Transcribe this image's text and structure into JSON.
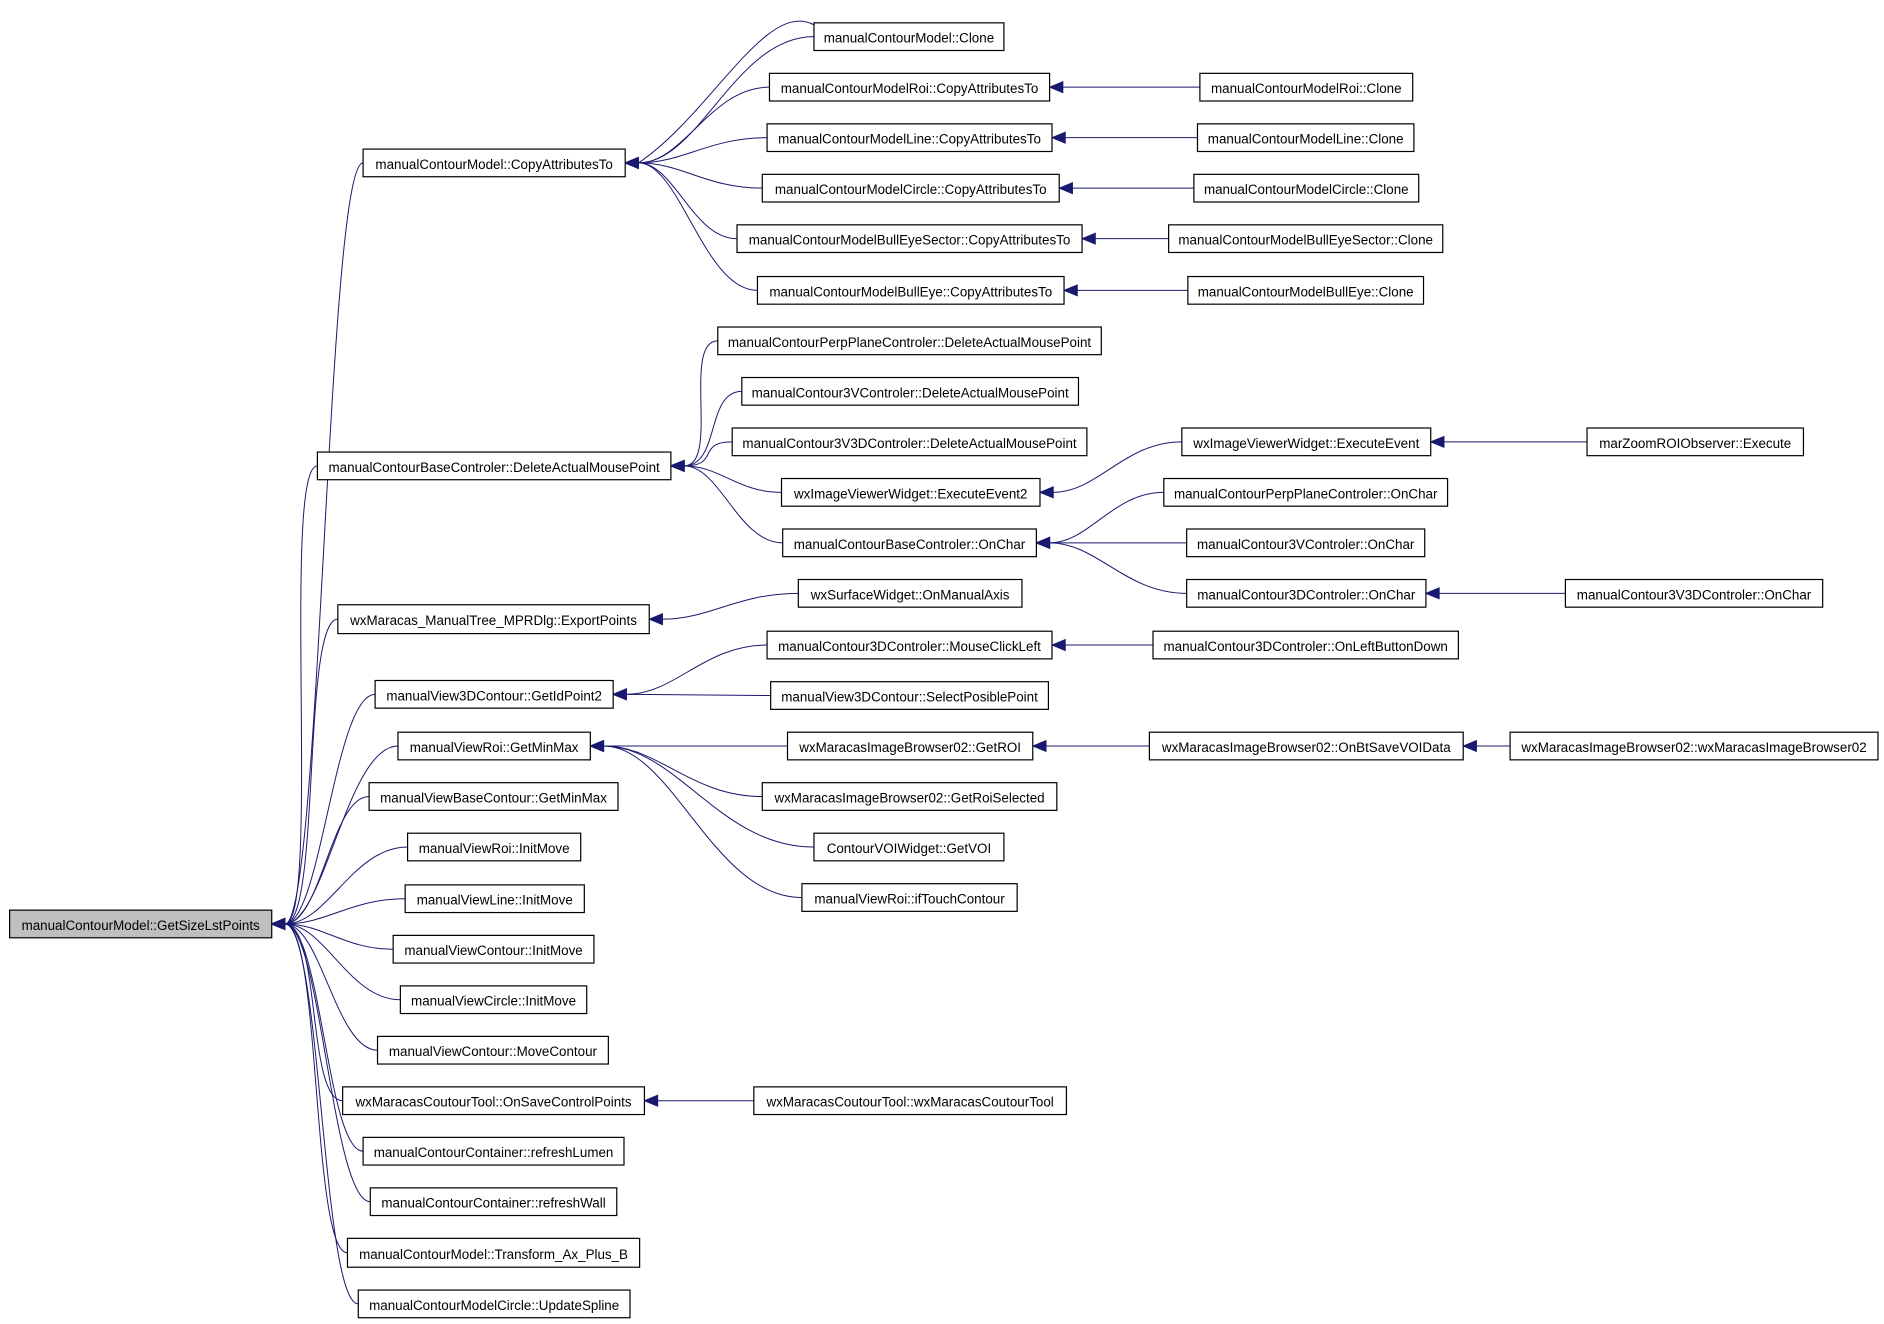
{
  "graph": {
    "edge_color": "#191970",
    "root_fill": "#bfbfbf",
    "nodes": [
      {
        "id": "root",
        "label": "manualContourModel::GetSizeLstPoints"
      },
      {
        "id": "n1",
        "label": "manualContourModel::CopyAttributesTo"
      },
      {
        "id": "n2",
        "label": "manualContourModel::Clone"
      },
      {
        "id": "n3",
        "label": "manualContourModelRoi::CopyAttributesTo"
      },
      {
        "id": "n4",
        "label": "manualContourModelRoi::Clone"
      },
      {
        "id": "n5",
        "label": "manualContourModelLine::CopyAttributesTo"
      },
      {
        "id": "n6",
        "label": "manualContourModelLine::Clone"
      },
      {
        "id": "n7",
        "label": "manualContourModelCircle::CopyAttributesTo"
      },
      {
        "id": "n8",
        "label": "manualContourModelCircle::Clone"
      },
      {
        "id": "n9",
        "label": "manualContourModelBullEyeSector::CopyAttributesTo"
      },
      {
        "id": "n10",
        "label": "manualContourModelBullEyeSector::Clone"
      },
      {
        "id": "n11",
        "label": "manualContourModelBullEye::CopyAttributesTo"
      },
      {
        "id": "n12",
        "label": "manualContourModelBullEye::Clone"
      },
      {
        "id": "n13",
        "label": "manualContourBaseControler::DeleteActualMousePoint"
      },
      {
        "id": "n14",
        "label": "manualContourPerpPlaneControler::DeleteActualMousePoint"
      },
      {
        "id": "n15",
        "label": "manualContour3VControler::DeleteActualMousePoint"
      },
      {
        "id": "n16",
        "label": "manualContour3V3DControler::DeleteActualMousePoint"
      },
      {
        "id": "n17",
        "label": "wxImageViewerWidget::ExecuteEvent2"
      },
      {
        "id": "n18",
        "label": "wxImageViewerWidget::ExecuteEvent"
      },
      {
        "id": "n19",
        "label": "marZoomROIObserver::Execute"
      },
      {
        "id": "n20",
        "label": "manualContourBaseControler::OnChar"
      },
      {
        "id": "n21",
        "label": "manualContourPerpPlaneControler::OnChar"
      },
      {
        "id": "n22",
        "label": "manualContour3VControler::OnChar"
      },
      {
        "id": "n23",
        "label": "manualContour3DControler::OnChar"
      },
      {
        "id": "n24",
        "label": "manualContour3V3DControler::OnChar"
      },
      {
        "id": "n25",
        "label": "wxMaracas_ManualTree_MPRDlg::ExportPoints"
      },
      {
        "id": "n26",
        "label": "wxSurfaceWidget::OnManualAxis"
      },
      {
        "id": "n27",
        "label": "manualView3DContour::GetIdPoint2"
      },
      {
        "id": "n28",
        "label": "manualContour3DControler::MouseClickLeft"
      },
      {
        "id": "n29",
        "label": "manualContour3DControler::OnLeftButtonDown"
      },
      {
        "id": "n30",
        "label": "manualView3DContour::SelectPosiblePoint"
      },
      {
        "id": "n31",
        "label": "manualViewRoi::GetMinMax"
      },
      {
        "id": "n32",
        "label": "wxMaracasImageBrowser02::GetROI"
      },
      {
        "id": "n33",
        "label": "wxMaracasImageBrowser02::OnBtSaveVOIData"
      },
      {
        "id": "n34",
        "label": "wxMaracasImageBrowser02::wxMaracasImageBrowser02"
      },
      {
        "id": "n35",
        "label": "wxMaracasImageBrowser02::GetRoiSelected"
      },
      {
        "id": "n36",
        "label": "ContourVOIWidget::GetVOI"
      },
      {
        "id": "n37",
        "label": "manualViewRoi::ifTouchContour"
      },
      {
        "id": "n38",
        "label": "manualViewBaseContour::GetMinMax"
      },
      {
        "id": "n39",
        "label": "manualViewRoi::InitMove"
      },
      {
        "id": "n40",
        "label": "manualViewLine::InitMove"
      },
      {
        "id": "n41",
        "label": "manualViewContour::InitMove"
      },
      {
        "id": "n42",
        "label": "manualViewCircle::InitMove"
      },
      {
        "id": "n43",
        "label": "manualViewContour::MoveContour"
      },
      {
        "id": "n44",
        "label": "wxMaracasCoutourTool::OnSaveControlPoints"
      },
      {
        "id": "n45",
        "label": "wxMaracasCoutourTool::wxMaracasCoutourTool"
      },
      {
        "id": "n46",
        "label": "manualContourContainer::refreshLumen"
      },
      {
        "id": "n47",
        "label": "manualContourContainer::refreshWall"
      },
      {
        "id": "n48",
        "label": "manualContourModel::Transform_Ax_Plus_B"
      },
      {
        "id": "n49",
        "label": "manualContourModelCircle::UpdateSpline"
      }
    ],
    "edges": [
      [
        "n1",
        "root"
      ],
      [
        "n13",
        "root"
      ],
      [
        "n25",
        "root"
      ],
      [
        "n27",
        "root"
      ],
      [
        "n31",
        "root"
      ],
      [
        "n38",
        "root"
      ],
      [
        "n39",
        "root"
      ],
      [
        "n40",
        "root"
      ],
      [
        "n41",
        "root"
      ],
      [
        "n42",
        "root"
      ],
      [
        "n43",
        "root"
      ],
      [
        "n44",
        "root"
      ],
      [
        "n46",
        "root"
      ],
      [
        "n47",
        "root"
      ],
      [
        "n48",
        "root"
      ],
      [
        "n49",
        "root"
      ],
      [
        "n2",
        "n1"
      ],
      [
        "n3",
        "n1"
      ],
      [
        "n5",
        "n1"
      ],
      [
        "n7",
        "n1"
      ],
      [
        "n9",
        "n1"
      ],
      [
        "n11",
        "n1"
      ],
      [
        "n2",
        "n1"
      ],
      [
        "n4",
        "n3"
      ],
      [
        "n6",
        "n5"
      ],
      [
        "n8",
        "n7"
      ],
      [
        "n10",
        "n9"
      ],
      [
        "n12",
        "n11"
      ],
      [
        "n14",
        "n13"
      ],
      [
        "n15",
        "n13"
      ],
      [
        "n16",
        "n13"
      ],
      [
        "n17",
        "n13"
      ],
      [
        "n20",
        "n13"
      ],
      [
        "n18",
        "n17"
      ],
      [
        "n19",
        "n18"
      ],
      [
        "n21",
        "n20"
      ],
      [
        "n22",
        "n20"
      ],
      [
        "n23",
        "n20"
      ],
      [
        "n24",
        "n23"
      ],
      [
        "n26",
        "n25"
      ],
      [
        "n28",
        "n27"
      ],
      [
        "n30",
        "n27"
      ],
      [
        "n29",
        "n28"
      ],
      [
        "n32",
        "n31"
      ],
      [
        "n35",
        "n31"
      ],
      [
        "n36",
        "n31"
      ],
      [
        "n37",
        "n31"
      ],
      [
        "n33",
        "n32"
      ],
      [
        "n34",
        "n33"
      ],
      [
        "n45",
        "n44"
      ]
    ]
  }
}
